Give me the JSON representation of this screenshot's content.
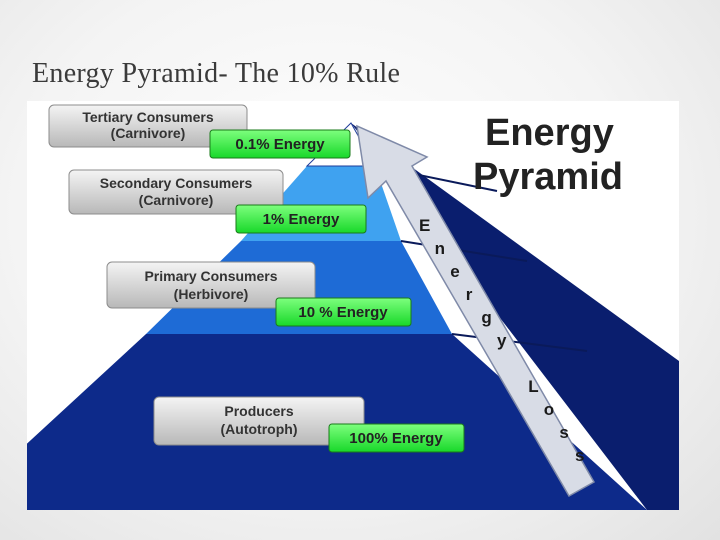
{
  "slide": {
    "title": "Energy Pyramid- The 10% Rule"
  },
  "diagram": {
    "heading_line1": "Energy",
    "heading_line2": "Pyramid",
    "arrow_text": "Energy Loss",
    "levels": [
      {
        "name_line1": "Tertiary Consumers",
        "name_line2": "(Carnivore)",
        "energy": "0.1% Energy"
      },
      {
        "name_line1": "Secondary Consumers",
        "name_line2": "(Carnivore)",
        "energy": "1% Energy"
      },
      {
        "name_line1": "Primary Consumers",
        "name_line2": "(Herbivore)",
        "energy": "10 % Energy"
      },
      {
        "name_line1": "Producers",
        "name_line2": "(Autotroph)",
        "energy": "100% Energy"
      }
    ],
    "colors": {
      "apex": "#ffffff",
      "tier_secondary": "#3fa2f0",
      "tier_primary": "#1e6bd6",
      "tier_base": "#0d2a8a",
      "side_face": "#0a1e6e",
      "energy_box": "#33ff44",
      "label_box": "#d4d4d4",
      "arrow": "#d8dce6"
    }
  }
}
